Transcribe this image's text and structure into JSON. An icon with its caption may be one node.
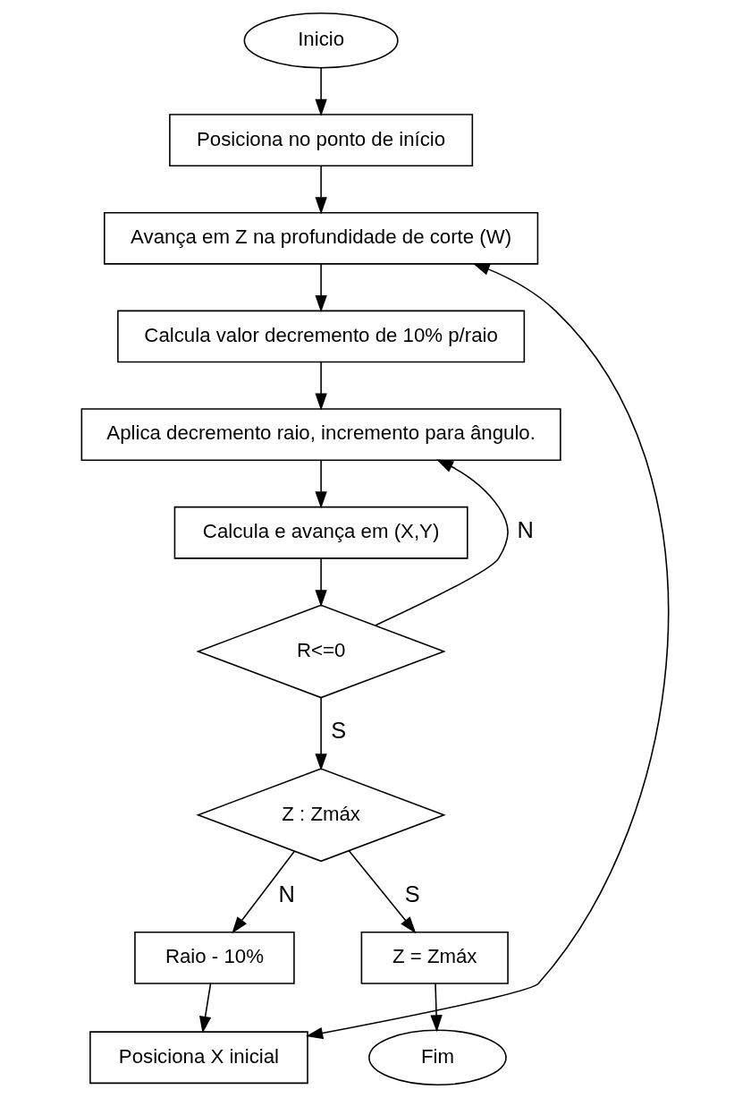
{
  "diagram": {
    "nodes": [
      {
        "text": [
          "Inicio"
        ]
      },
      {
        "text": [
          "Posiciona no ponto de início"
        ]
      },
      {
        "text": [
          "Avança em Z na profundidade de corte (W)"
        ]
      },
      {
        "text": [
          "Calcula valor decremento de 10% p/raio"
        ]
      },
      {
        "text": [
          "Aplica decremento raio, incremento para ângulo."
        ]
      },
      {
        "text": [
          "Calcula e avança em (X,Y)"
        ]
      },
      {
        "text": [
          "R<=0"
        ]
      },
      {
        "text": [
          "Z : Zmáx"
        ]
      },
      {
        "text": [
          "Raio - 10%"
        ]
      },
      {
        "text": [
          "Posiciona X inicial"
        ]
      },
      {
        "text": [
          "Z = Zmáx"
        ]
      },
      {
        "text": [
          "Fim"
        ]
      }
    ],
    "edges": [
      {
        "from": 0,
        "to": 1,
        "arrow": "to"
      },
      {
        "from": 1,
        "to": 2,
        "arrow": "to"
      },
      {
        "from": 2,
        "to": 3,
        "arrow": "to"
      },
      {
        "from": 3,
        "to": 4,
        "arrow": "to"
      },
      {
        "from": 4,
        "to": 5,
        "arrow": "to"
      },
      {
        "from": 5,
        "to": 6,
        "arrow": "to"
      },
      {
        "from": 6,
        "to": 4,
        "arrow": "to",
        "label": "N"
      },
      {
        "from": 6,
        "to": 7,
        "arrow": "to",
        "label": "S"
      },
      {
        "from": 7,
        "to": 8,
        "arrow": "to",
        "label": "N"
      },
      {
        "from": 7,
        "to": 10,
        "arrow": "to",
        "label": "S"
      },
      {
        "from": 8,
        "to": 9,
        "arrow": "to"
      },
      {
        "from": 9,
        "to": 2,
        "arrow": "both"
      },
      {
        "from": 10,
        "to": 11,
        "arrow": "to"
      }
    ]
  }
}
